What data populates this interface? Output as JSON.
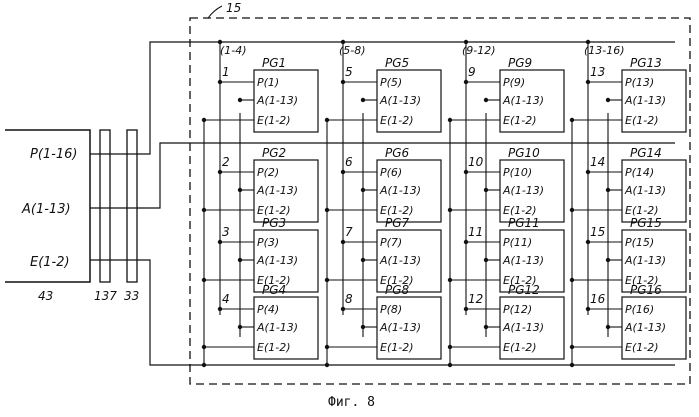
{
  "figure_number": "15",
  "caption": "Фиг. 8",
  "left_block": {
    "ref": "43",
    "signals": [
      "P(1-16)",
      "A(1-13)",
      "E(1-2)"
    ]
  },
  "buses": [
    {
      "ref": "137"
    },
    {
      "ref": "33"
    }
  ],
  "columns": [
    {
      "range": "(1-4)",
      "modules": [
        {
          "num": "1",
          "title": "PG1",
          "lines": [
            "P(1)",
            "A(1-13)",
            "E(1-2)"
          ]
        },
        {
          "num": "2",
          "title": "PG2",
          "lines": [
            "P(2)",
            "A(1-13)",
            "E(1-2)"
          ]
        },
        {
          "num": "3",
          "title": "PG3",
          "lines": [
            "P(3)",
            "A(1-13)",
            "E(1-2)"
          ]
        },
        {
          "num": "4",
          "title": "PG4",
          "lines": [
            "P(4)",
            "A(1-13)",
            "E(1-2)"
          ]
        }
      ]
    },
    {
      "range": "(5-8)",
      "modules": [
        {
          "num": "5",
          "title": "PG5",
          "lines": [
            "P(5)",
            "A(1-13)",
            "E(1-2)"
          ]
        },
        {
          "num": "6",
          "title": "PG6",
          "lines": [
            "P(6)",
            "A(1-13)",
            "E(1-2)"
          ]
        },
        {
          "num": "7",
          "title": "PG7",
          "lines": [
            "P(7)",
            "A(1-13)",
            "E(1-2)"
          ]
        },
        {
          "num": "8",
          "title": "PG8",
          "lines": [
            "P(8)",
            "A(1-13)",
            "E(1-2)"
          ]
        }
      ]
    },
    {
      "range": "(9-12)",
      "modules": [
        {
          "num": "9",
          "title": "PG9",
          "lines": [
            "P(9)",
            "A(1-13)",
            "E(1-2)"
          ]
        },
        {
          "num": "10",
          "title": "PG10",
          "lines": [
            "P(10)",
            "A(1-13)",
            "E(1-2)"
          ]
        },
        {
          "num": "11",
          "title": "PG11",
          "lines": [
            "P(11)",
            "A(1-13)",
            "E(1-2)"
          ]
        },
        {
          "num": "12",
          "title": "PG12",
          "lines": [
            "P(12)",
            "A(1-13)",
            "E(1-2)"
          ]
        }
      ]
    },
    {
      "range": "(13-16)",
      "modules": [
        {
          "num": "13",
          "title": "PG13",
          "lines": [
            "P(13)",
            "A(1-13)",
            "E(1-2)"
          ]
        },
        {
          "num": "14",
          "title": "PG14",
          "lines": [
            "P(14)",
            "A(1-13)",
            "E(1-2)"
          ]
        },
        {
          "num": "15",
          "title": "PG15",
          "lines": [
            "P(15)",
            "A(1-13)",
            "E(1-2)"
          ]
        },
        {
          "num": "16",
          "title": "PG16",
          "lines": [
            "P(16)",
            "A(1-13)",
            "E(1-2)"
          ]
        }
      ]
    }
  ]
}
